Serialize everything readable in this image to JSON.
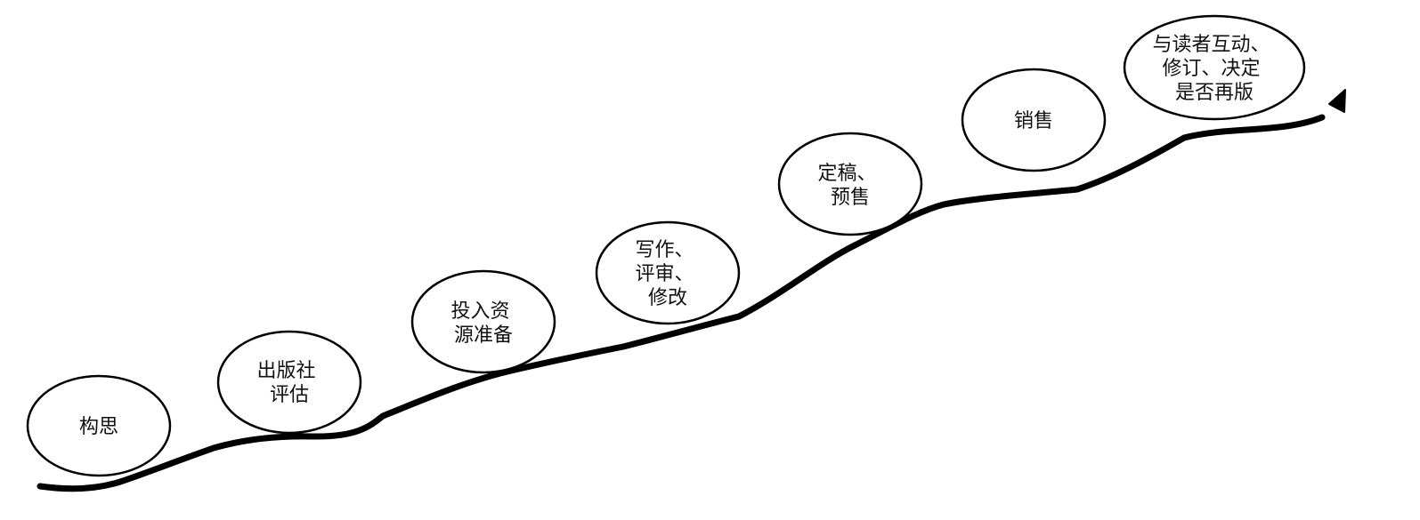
{
  "colors": {
    "stroke": "#000000",
    "bubble_fill": "#ffffff",
    "text": "#111111"
  },
  "path": {
    "style": "hand-drawn wavy line",
    "arrowhead": "right"
  },
  "stages": [
    {
      "id": "stage-1",
      "lines": [
        "构思"
      ]
    },
    {
      "id": "stage-2",
      "lines": [
        "出版社",
        "评估"
      ]
    },
    {
      "id": "stage-3",
      "lines": [
        "投入资",
        "源准备"
      ]
    },
    {
      "id": "stage-4",
      "lines": [
        "写作、",
        "评审、",
        "修改"
      ]
    },
    {
      "id": "stage-5",
      "lines": [
        "定稿、",
        "预售"
      ]
    },
    {
      "id": "stage-6",
      "lines": [
        "销售"
      ]
    },
    {
      "id": "stage-7",
      "lines": [
        "与读者互动、",
        "修订、决定",
        "是否再版"
      ]
    }
  ]
}
